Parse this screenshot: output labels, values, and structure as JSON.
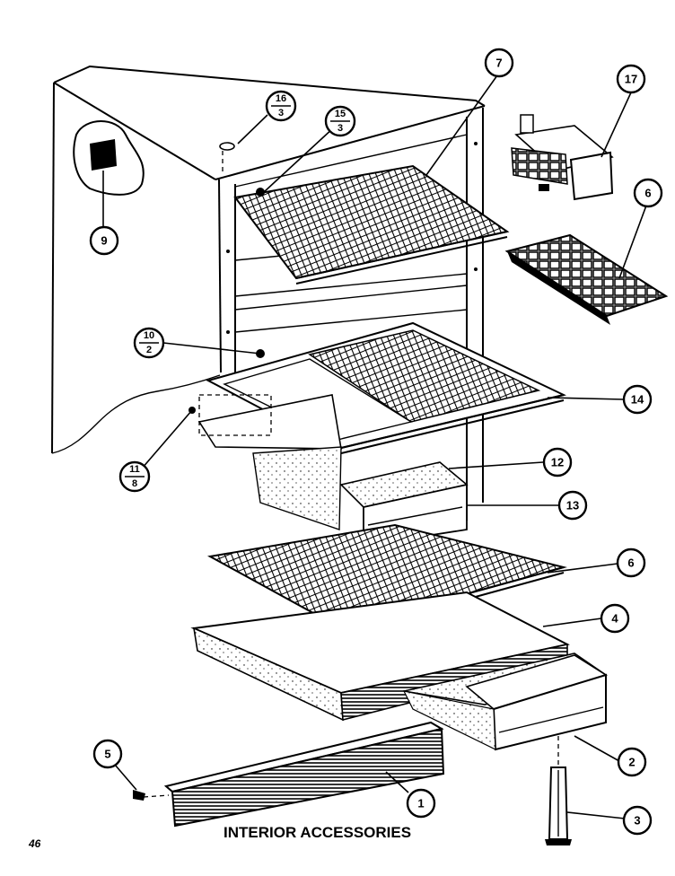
{
  "title": "INTERIOR ACCESSORIES",
  "page_number": "46",
  "callouts": [
    {
      "id": "c1",
      "label": "1"
    },
    {
      "id": "c2",
      "label": "2"
    },
    {
      "id": "c3",
      "label": "3"
    },
    {
      "id": "c4",
      "label": "4"
    },
    {
      "id": "c5",
      "label": "5"
    },
    {
      "id": "c6a",
      "label": "6"
    },
    {
      "id": "c6b",
      "label": "6"
    },
    {
      "id": "c7",
      "label": "7"
    },
    {
      "id": "c9",
      "label": "9"
    },
    {
      "id": "c12",
      "label": "12"
    },
    {
      "id": "c13",
      "label": "13"
    },
    {
      "id": "c14",
      "label": "14"
    },
    {
      "id": "c17",
      "label": "17"
    }
  ],
  "fraction_callouts": [
    {
      "id": "f16",
      "top": "16",
      "bottom": "3"
    },
    {
      "id": "f15",
      "top": "15",
      "bottom": "3"
    },
    {
      "id": "f10",
      "top": "10",
      "bottom": "2"
    },
    {
      "id": "f11",
      "top": "11",
      "bottom": "8"
    }
  ]
}
